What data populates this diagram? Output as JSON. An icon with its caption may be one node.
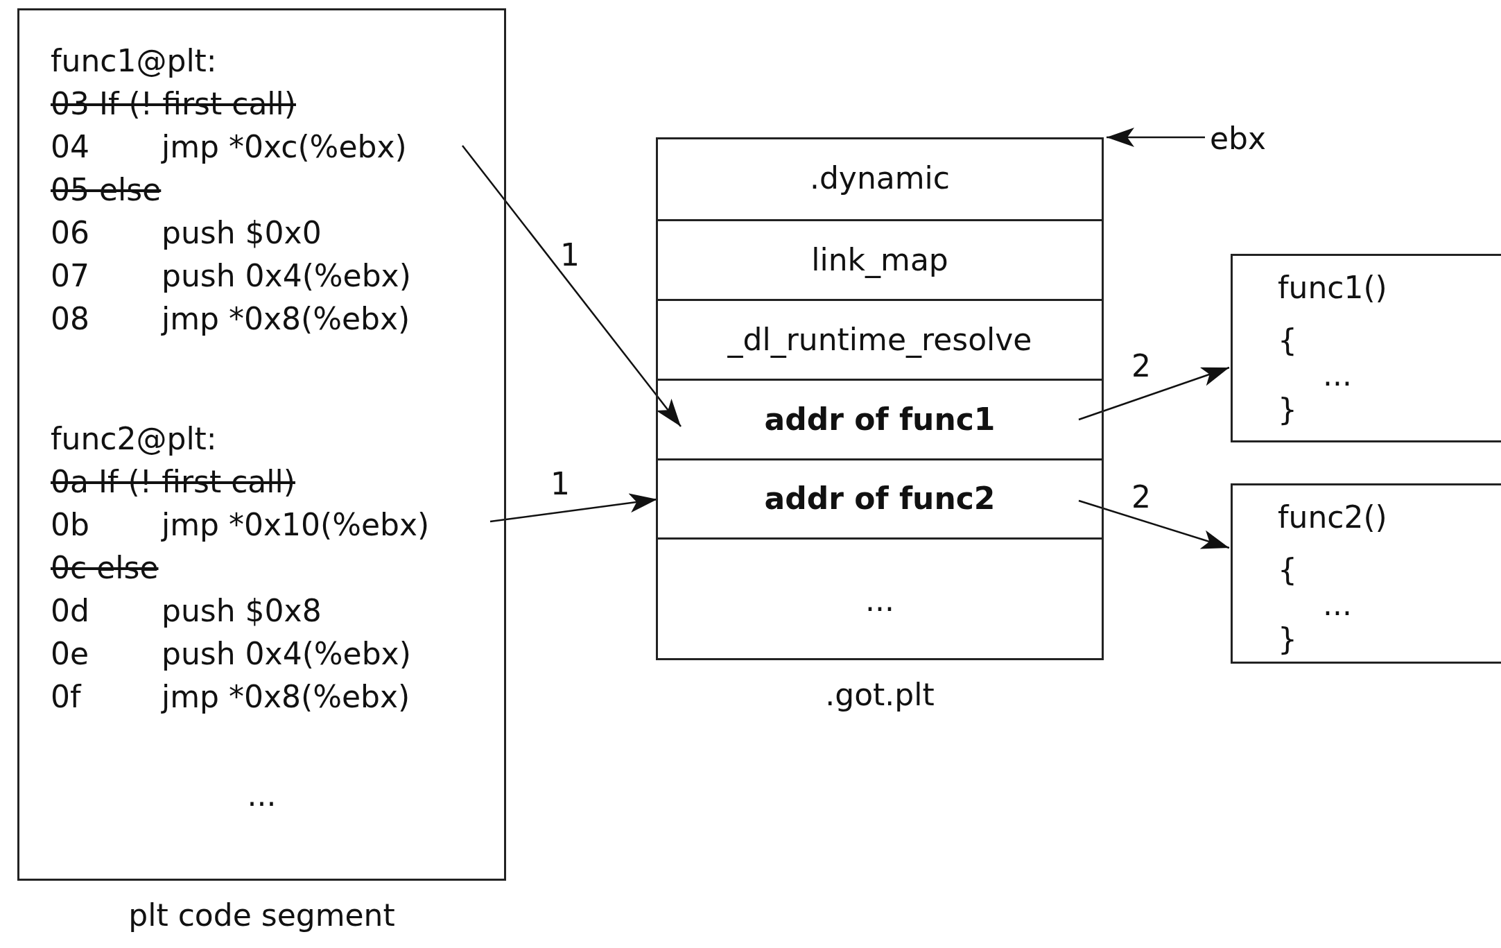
{
  "diagram": {
    "nodes": [
      {
        "text": [
          "..."
        ],
        "beside": [
          "plt code segment"
        ]
      },
      {
        "text": [
          "func1@plt:"
        ],
        "in": 0
      },
      {
        "text": [
          "03 If (! first call)"
        ],
        "in": 0
      },
      {
        "text": [
          "04",
          "jmp *0xc(%ebx)"
        ],
        "in": 0
      },
      {
        "text": [
          "05 else"
        ],
        "in": 0
      },
      {
        "text": [
          "06",
          "push $0x0"
        ],
        "in": 0
      },
      {
        "text": [
          "07",
          "push 0x4(%ebx)"
        ],
        "in": 0
      },
      {
        "text": [
          "08",
          "jmp *0x8(%ebx)"
        ],
        "in": 0
      },
      {
        "text": [
          "func2@plt:"
        ],
        "in": 0
      },
      {
        "text": [
          "0a If (! first call)"
        ],
        "in": 0
      },
      {
        "text": [
          "0b",
          "jmp *0x10(%ebx)"
        ],
        "in": 0
      },
      {
        "text": [
          "0c else"
        ],
        "in": 0
      },
      {
        "text": [
          "0d",
          "push $0x8"
        ],
        "in": 0
      },
      {
        "text": [
          "0e",
          "push 0x4(%ebx)"
        ],
        "in": 0
      },
      {
        "text": [
          "0f",
          "jmp *0x8(%ebx)"
        ],
        "in": 0
      },
      {
        "text": [],
        "shape": "box",
        "beside": [
          ".got.plt"
        ]
      },
      {
        "text": [
          ".dynamic"
        ],
        "in": 15
      },
      {
        "text": [
          "link_map"
        ],
        "in": 15
      },
      {
        "text": [
          "_dl_runtime_resolve"
        ],
        "in": 15
      },
      {
        "text": [
          "addr of func1"
        ],
        "in": 15
      },
      {
        "text": [
          "addr of func2"
        ],
        "in": 15
      },
      {
        "text": [
          "..."
        ],
        "in": 15
      },
      {
        "text": [
          "func1()",
          "{",
          "...",
          "}"
        ]
      },
      {
        "text": [
          "func2()",
          "{",
          "...",
          "}"
        ]
      },
      {
        "text": [
          "ebx"
        ]
      }
    ],
    "edges": [
      {
        "from": 3,
        "to": 19,
        "arrow": "to",
        "label": "1"
      },
      {
        "from": 10,
        "to": 20,
        "arrow": "to",
        "label": "1"
      },
      {
        "from": 19,
        "to": 22,
        "arrow": "to",
        "label": "2"
      },
      {
        "from": 20,
        "to": 23,
        "arrow": "to",
        "label": "2"
      },
      {
        "from": 24,
        "to": 15,
        "arrow": "to"
      }
    ]
  }
}
